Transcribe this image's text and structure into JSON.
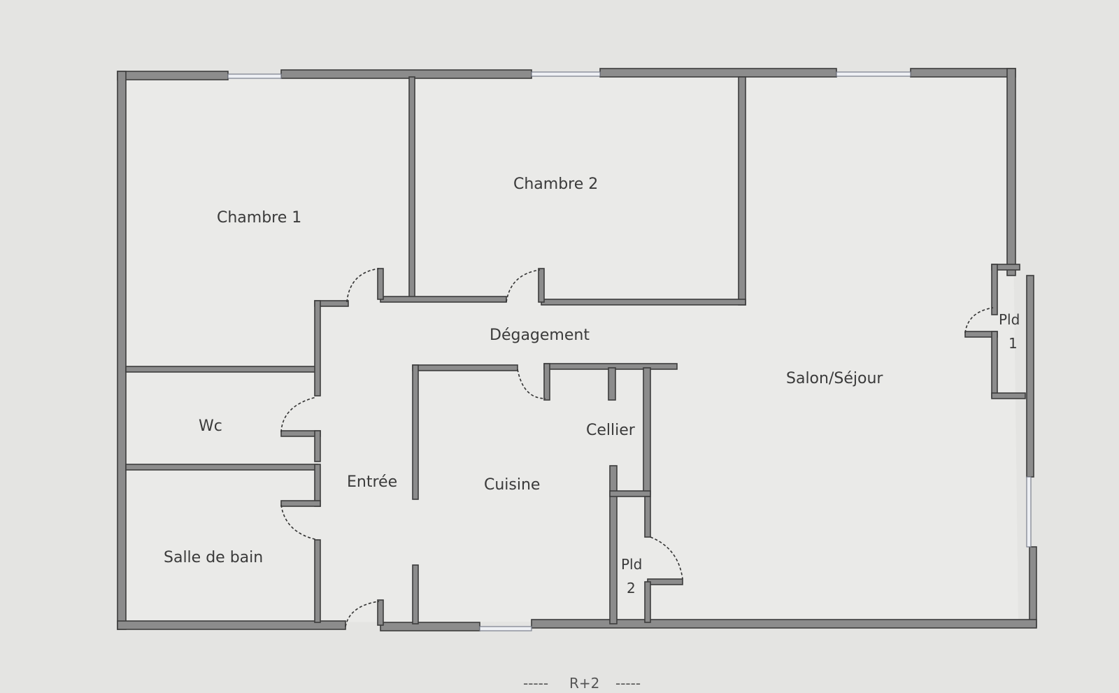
{
  "plan": {
    "rooms": {
      "chambre1": "Chambre 1",
      "chambre2": "Chambre 2",
      "degagement": "Dégagement",
      "salon": "Salon/Séjour",
      "wc": "Wc",
      "entree": "Entrée",
      "cuisine": "Cuisine",
      "cellier": "Cellier",
      "salle_de_bain": "Salle de bain",
      "pld1_line1": "Pld",
      "pld1_line2": "1",
      "pld2_line1": "Pld",
      "pld2_line2": "2"
    },
    "level_label": "R+2",
    "level_dashes_left": "-----",
    "level_dashes_right": "-----"
  },
  "colors": {
    "background": "#e4e4e2",
    "floor": "#eaeae8",
    "wall_fill": "#8c8c8c",
    "wall_outline": "#3c3c3c"
  }
}
